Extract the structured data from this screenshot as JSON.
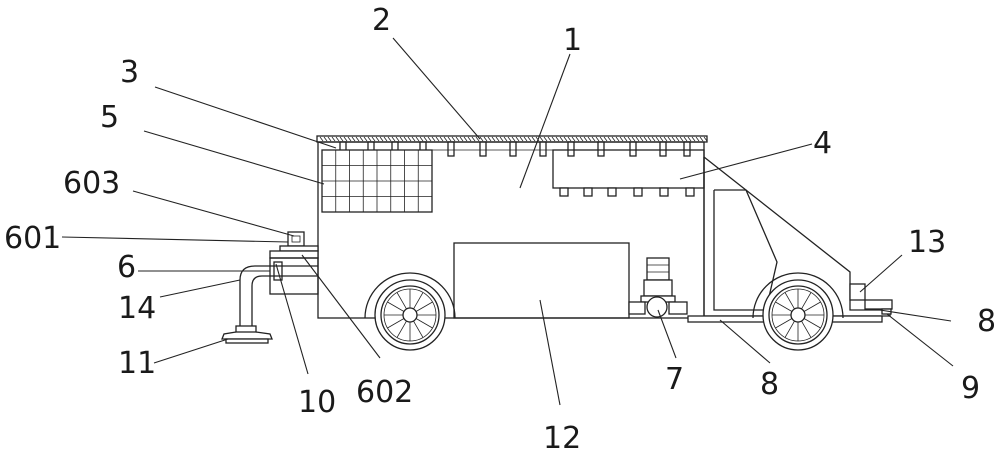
{
  "labels": {
    "l1": "1",
    "l2": "2",
    "l3": "3",
    "l4": "4",
    "l5": "5",
    "l6": "6",
    "l601": "601",
    "l602": "602",
    "l603": "603",
    "l7": "7",
    "l8a": "8",
    "l8b": "8",
    "l9": "9",
    "l10": "10",
    "l11": "11",
    "l12": "12",
    "l13": "13",
    "l14": "14"
  }
}
